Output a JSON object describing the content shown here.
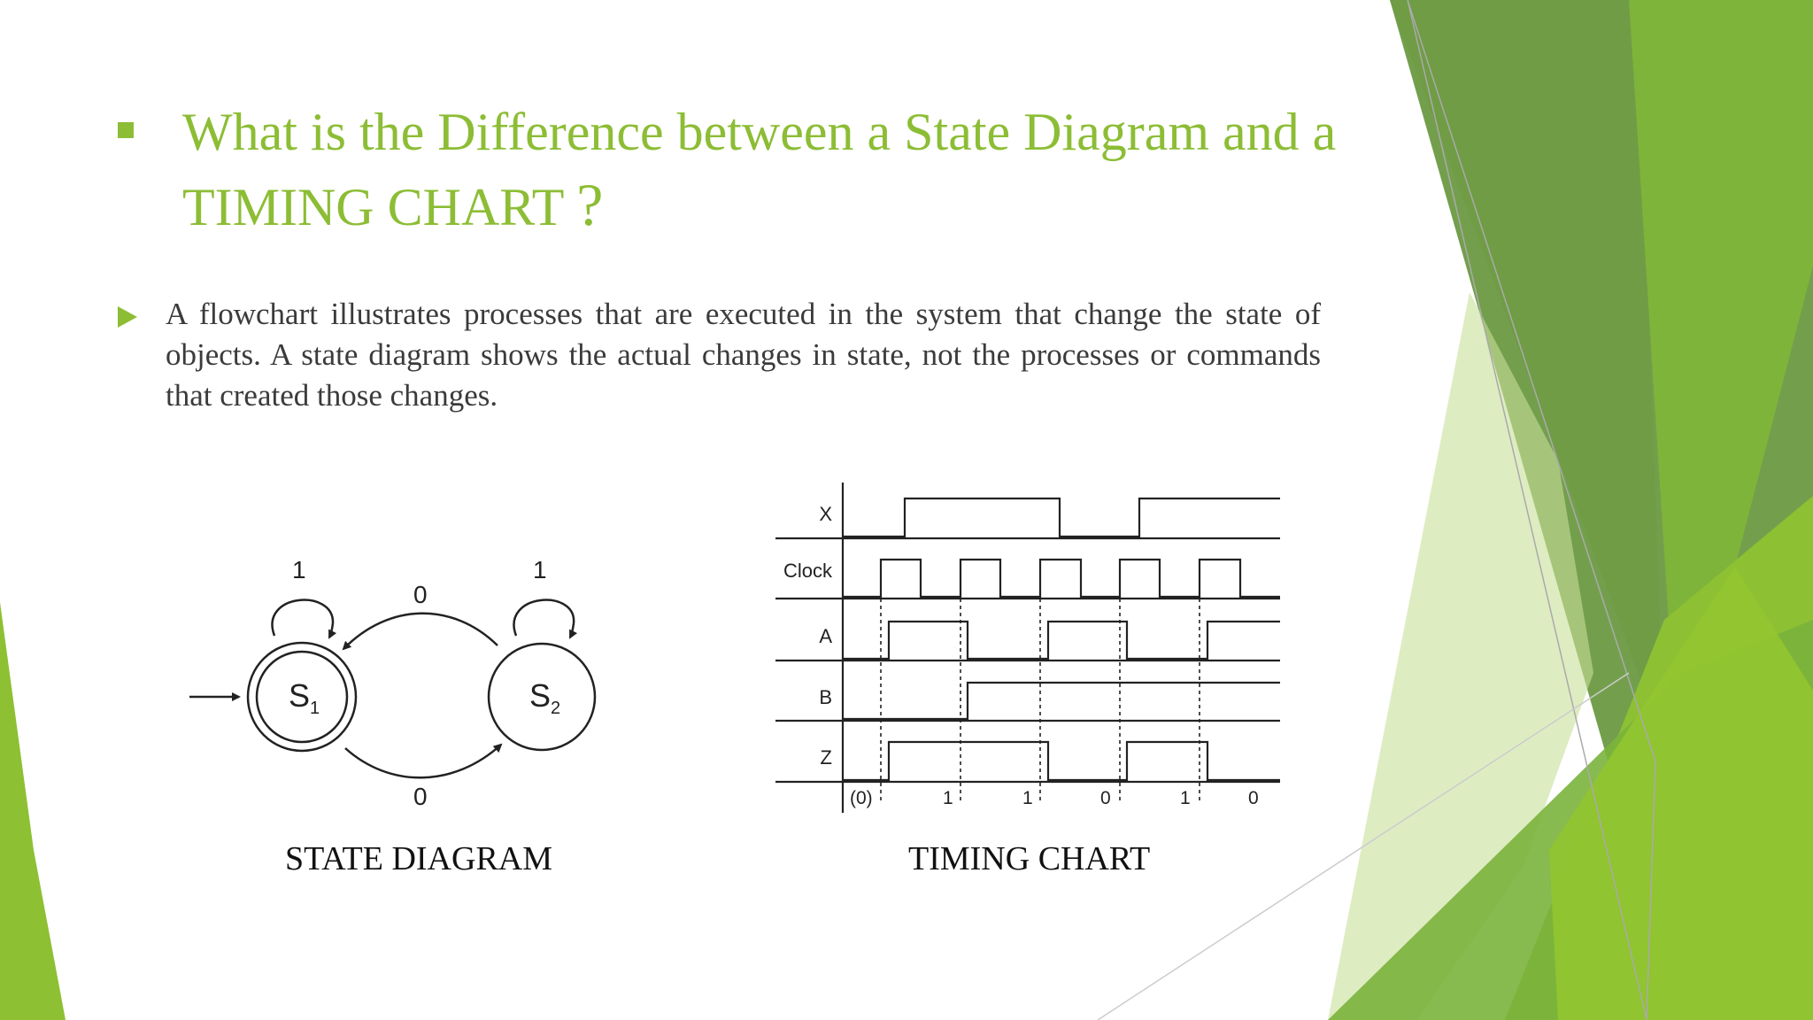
{
  "slide": {
    "title": "What is the Difference between a State Diagram and a TIMING CHART",
    "title_qmark": "?",
    "body": "A flowchart illustrates processes that are executed in the system that change the state of objects. A state diagram shows the actual changes in state, not the processes or commands that created those changes."
  },
  "state_diagram": {
    "caption": "STATE DIAGRAM",
    "states": [
      {
        "label": "S",
        "subscript": "1",
        "accepting": true,
        "initial": true
      },
      {
        "label": "S",
        "subscript": "2",
        "accepting": false,
        "initial": false
      }
    ],
    "transitions": [
      {
        "from": "S1",
        "to": "S1",
        "input": "1"
      },
      {
        "from": "S2",
        "to": "S2",
        "input": "1"
      },
      {
        "from": "S2",
        "to": "S1",
        "input": "0"
      },
      {
        "from": "S1",
        "to": "S2",
        "input": "0"
      }
    ]
  },
  "timing_chart": {
    "caption": "TIMING CHART",
    "signals": [
      "X",
      "Clock",
      "A",
      "B",
      "Z"
    ],
    "inputs": [
      "(0)",
      "1",
      "1",
      "0",
      "1",
      "0"
    ]
  },
  "colors": {
    "accent": "#8cbd35",
    "text": "#3b3b3b"
  }
}
